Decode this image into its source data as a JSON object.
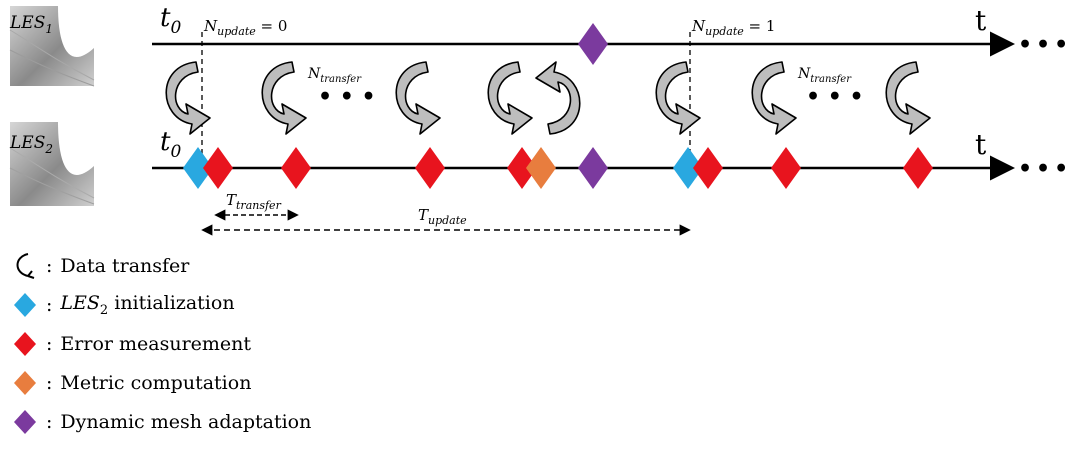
{
  "rows": {
    "les1": {
      "label": "LES",
      "label_sub": "1",
      "t0": "t",
      "t0_sub": "0",
      "t_end": "t",
      "ellipsis": "•••"
    },
    "les2": {
      "label": "LES",
      "label_sub": "2",
      "t0": "t",
      "t0_sub": "0",
      "t_end": "t",
      "ellipsis": "•••"
    }
  },
  "annotations": {
    "n_update_0": {
      "symbol": "N",
      "sub": "update",
      "rest": " = 0"
    },
    "n_update_1": {
      "symbol": "N",
      "sub": "update",
      "rest": " = 1"
    },
    "n_transfer_a": {
      "symbol": "N",
      "sub": "transfer"
    },
    "n_transfer_b": {
      "symbol": "N",
      "sub": "transfer"
    },
    "t_transfer": {
      "symbol": "T",
      "sub": "transfer"
    },
    "t_update": {
      "symbol": "T",
      "sub": "update"
    },
    "middle_ellipsis": "• • •"
  },
  "colors": {
    "initialization": "#29a8e0",
    "error": "#e8141e",
    "metric": "#e87d3e",
    "adaptation": "#7b3a9e",
    "arrow_fill": "#bdbdbd"
  },
  "legend": [
    {
      "icon": "transfer-arrow-icon",
      "text": "Data transfer"
    },
    {
      "icon": "diamond-blue-icon",
      "italic": "LES",
      "sub": "2",
      "text": " initialization"
    },
    {
      "icon": "diamond-red-icon",
      "text": "Error measurement"
    },
    {
      "icon": "diamond-orange-icon",
      "text": "Metric computation"
    },
    {
      "icon": "diamond-purple-icon",
      "text": "Dynamic mesh adaptation"
    }
  ],
  "legend_colon": ":"
}
